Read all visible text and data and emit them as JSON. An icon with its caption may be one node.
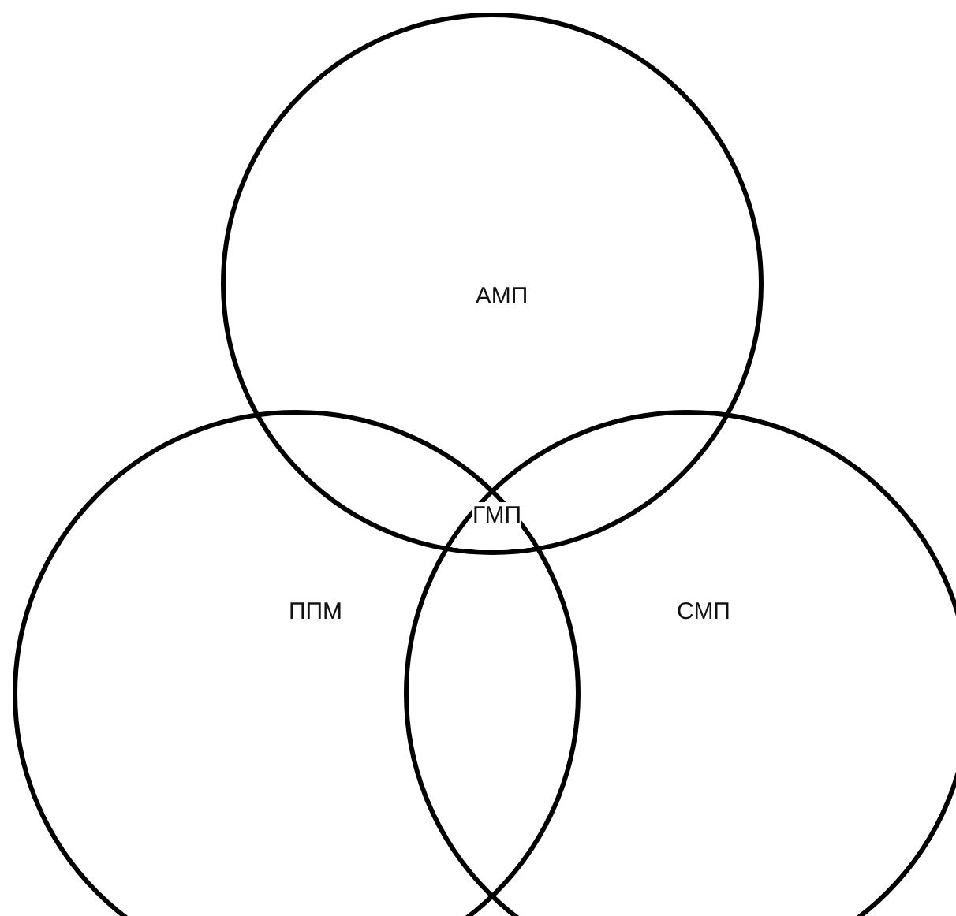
{
  "diagram": {
    "nodes": [
      {
        "text": [
          "АМП"
        ]
      },
      {
        "text": [
          "ППМ"
        ]
      },
      {
        "text": [
          "СМП"
        ]
      },
      {
        "text": [
          "ГМП"
        ]
      }
    ]
  }
}
